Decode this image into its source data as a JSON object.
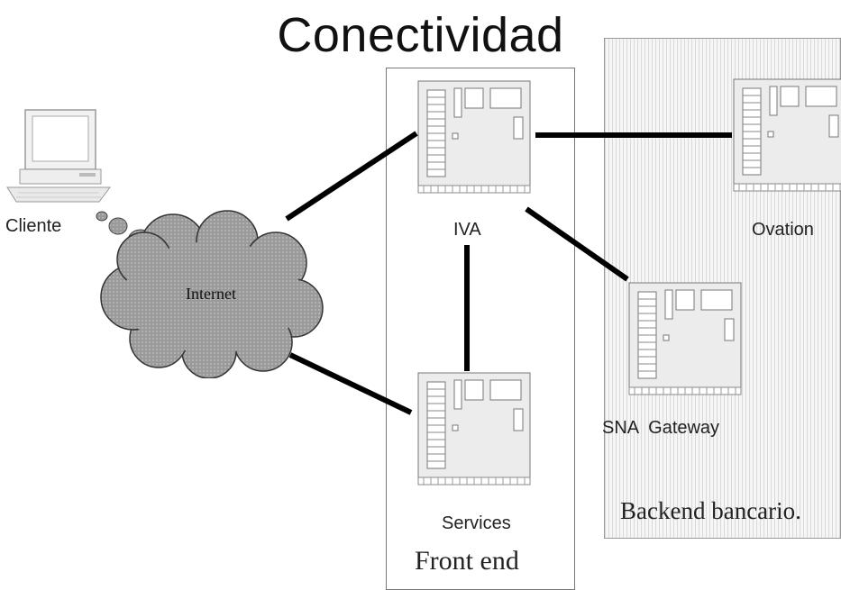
{
  "title": "Conectividad",
  "nodes": {
    "cliente": "Cliente",
    "internet": "Internet",
    "iva": "IVA",
    "services": "Services",
    "ovation": "Ovation",
    "sna_gateway": "SNA  Gateway"
  },
  "zones": {
    "front_end": "Front end",
    "backend": "Backend bancario."
  },
  "connections": [
    [
      "internet",
      "iva"
    ],
    [
      "internet",
      "services"
    ],
    [
      "iva",
      "services"
    ],
    [
      "iva",
      "ovation"
    ],
    [
      "iva",
      "sna_gateway"
    ]
  ]
}
